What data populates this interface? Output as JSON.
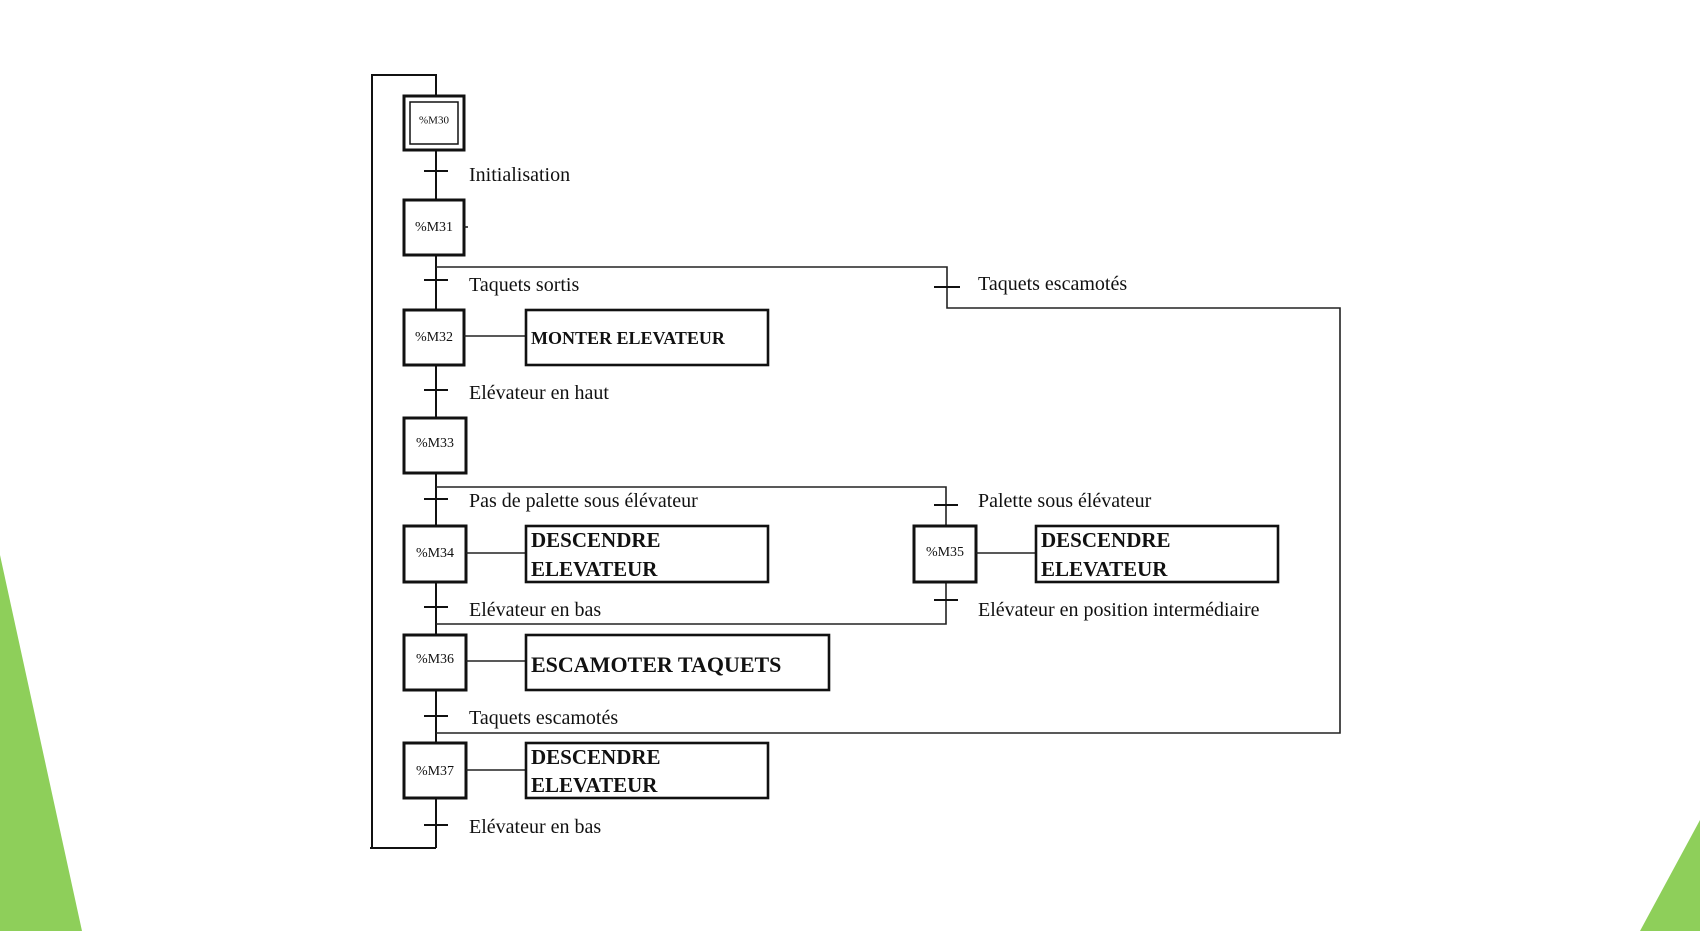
{
  "colors": {
    "accent_green": "#8ecf5a",
    "ink": "#111111"
  },
  "steps": {
    "m30": "%M30",
    "m31": "%M31",
    "m32": "%M32",
    "m33": "%M33",
    "m34": "%M34",
    "m35": "%M35",
    "m36": "%M36",
    "m37": "%M37"
  },
  "transitions": {
    "t_init": "Initialisation",
    "t_taquets_sortis": "Taquets sortis",
    "t_taquets_escamotes_right": "Taquets escamotés",
    "t_elev_haut": "Elévateur en haut",
    "t_pas_palette": "Pas de palette sous élévateur",
    "t_palette": "Palette sous élévateur",
    "t_elev_bas_1": "Elévateur en bas",
    "t_elev_inter": "Elévateur en position intermédiaire",
    "t_taquets_escamotes": "Taquets escamotés",
    "t_elev_bas_2": "Elévateur en bas"
  },
  "actions": {
    "a32": "MONTER ELEVATEUR",
    "a34_l1": "DESCENDRE",
    "a34_l2": "ELEVATEUR",
    "a35_l1": "DESCENDRE",
    "a35_l2": "ELEVATEUR",
    "a36": "ESCAMOTER TAQUETS",
    "a37_l1": "DESCENDRE",
    "a37_l2": "ELEVATEUR"
  }
}
